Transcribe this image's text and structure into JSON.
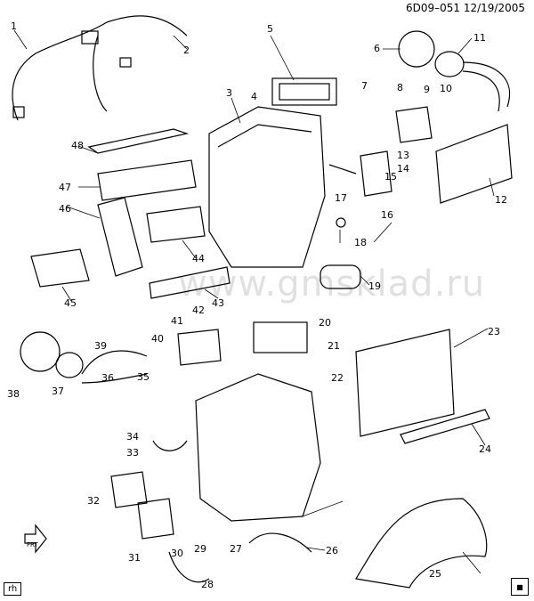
{
  "header": {
    "code": "6D09–051",
    "date": "12/19/2005"
  },
  "watermark": "www.gmsklad.ru",
  "corner_tag": "rh",
  "front_indicator": "FRT",
  "callouts": [
    "1",
    "2",
    "3",
    "4",
    "5",
    "6",
    "7",
    "8",
    "9",
    "10",
    "11",
    "12",
    "13",
    "14",
    "15",
    "16",
    "17",
    "18",
    "19",
    "20",
    "21",
    "22",
    "23",
    "24",
    "25",
    "26",
    "27",
    "28",
    "29",
    "30",
    "31",
    "32",
    "33",
    "34",
    "35",
    "36",
    "37",
    "38",
    "39",
    "40",
    "41",
    "42",
    "43",
    "44",
    "45",
    "46",
    "47",
    "48"
  ]
}
